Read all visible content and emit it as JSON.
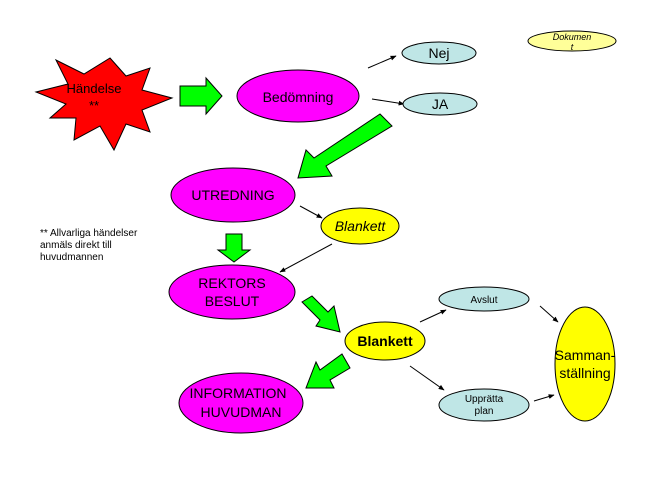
{
  "colors": {
    "magenta": "#ff00ff",
    "yellow": "#ffff00",
    "light_yellow": "#ffff99",
    "light_blue": "#bfe6e6",
    "red": "#ff0000",
    "green": "#00ff00"
  },
  "nodes": {
    "handelse": [
      "Händelse",
      "**"
    ],
    "bedomning": "Bedömning",
    "nej": "Nej",
    "ja": "JA",
    "dokument": [
      "Dokumen",
      "t"
    ],
    "utredning": "UTREDNING",
    "blankett1": "Blankett",
    "rektors": [
      "REKTORS",
      "BESLUT"
    ],
    "blankett2": "Blankett",
    "avslut": "Avslut",
    "upprätta": [
      "Upprätta",
      "plan"
    ],
    "information": [
      "INFORMATION",
      "HUVUDMAN"
    ],
    "sammanstallning": [
      "Samman-",
      "ställning"
    ]
  },
  "note": [
    "** Allvarliga händelser",
    "anmäls direkt till",
    "huvudmannen"
  ]
}
